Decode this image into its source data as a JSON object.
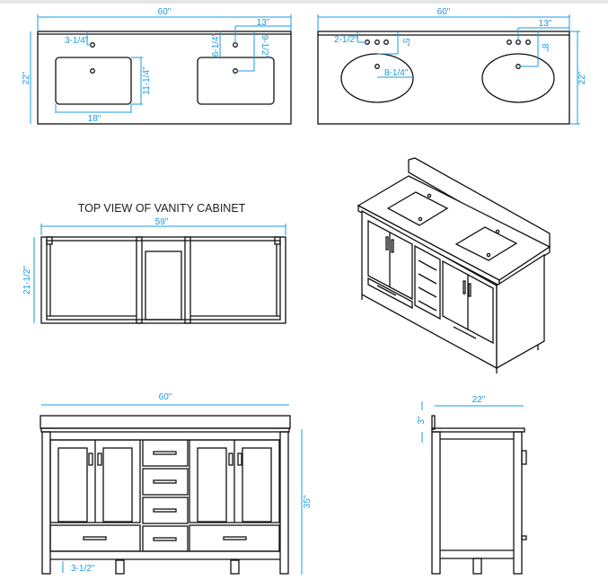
{
  "topview_rect": {
    "width": "60\"",
    "depth": "22\"",
    "faucet_offset": "3-1/4\"",
    "sink_depth": "11-1/4\"",
    "sink_width": "18\"",
    "center_offset": "13\"",
    "faucet_to_sink": "6-1/4\"",
    "faucet_to_drain": "9-1/2\""
  },
  "topview_oval": {
    "width": "60\"",
    "depth": "22\"",
    "faucet_offset": "2-1/2\"",
    "faucet_to_sink": "5\"",
    "sink_radius": "8-1/4\"",
    "center_offset": "13\"",
    "faucet_to_drain": "8\""
  },
  "cabinet_top": {
    "title": "TOP VIEW OF VANITY CABINET",
    "width": "59\"",
    "depth": "21-1/2\""
  },
  "front": {
    "width": "60\"",
    "height": "35\"",
    "toe_kick": "3-1/2\""
  },
  "side": {
    "depth": "22\"",
    "backsplash": "3\""
  }
}
